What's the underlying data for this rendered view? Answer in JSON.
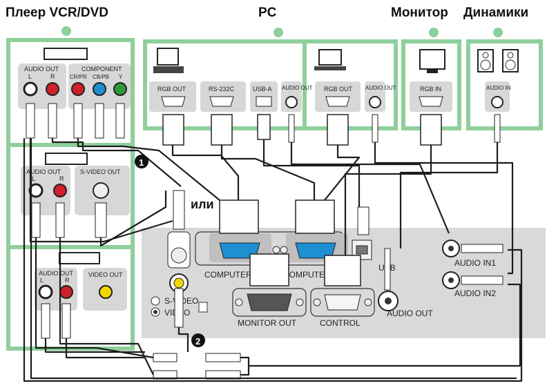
{
  "headers": {
    "vcr_dvd": "Плеер VCR/DVD",
    "pc": "PC",
    "monitor": "Монитор",
    "speakers": "Динамики"
  },
  "pc_ports": {
    "rgb_out_1": "RGB OUT",
    "rs232c": "RS-232C",
    "usb_a": "USB-A",
    "audio_out_1": "AUDIO OUT",
    "rgb_out_2": "RGB OUT",
    "audio_out_2": "AUDIO OUT"
  },
  "monitor_ports": {
    "rgb_in": "RGB IN"
  },
  "speaker_ports": {
    "audio_in": "AUDIO IN"
  },
  "dvd_ports": {
    "audio_out": "AUDIO OUT",
    "l": "L",
    "r": "R",
    "component": "COMPONENT",
    "cr_pr": "CR/PR",
    "cb_pb": "CB/PB",
    "y": "Y"
  },
  "vcr_svideo_ports": {
    "audio_out": "AUDIO OUT",
    "l": "L",
    "r": "R",
    "svideo_out": "S-VIDEO OUT"
  },
  "vcr_video_ports": {
    "audio_out": "AUDIO OUT",
    "l": "L",
    "r": "R",
    "video_out": "VIDEO OUT"
  },
  "projector_ports": {
    "computer_in_1": "COMPUTER",
    "computer_in_2": "COMPUTER",
    "monitor_out": "MONITOR OUT",
    "control": "CONTROL",
    "usb": "USB",
    "audio_out": "AUDIO OUT",
    "audio_in_1": "AUDIO IN1",
    "audio_in_2": "AUDIO IN2",
    "s_video": "S-VIDEO",
    "video": "VIDEO"
  },
  "annotations": {
    "or_label": "или",
    "callout_1": "1",
    "callout_2": "2"
  },
  "colors": {
    "group_border": "#8fcf9c",
    "panel": "#d9d9d9",
    "port_red": "#d0202a",
    "port_blue": "#1e8fd0",
    "port_green": "#2e9b3a",
    "port_yellow": "#f2d800"
  }
}
